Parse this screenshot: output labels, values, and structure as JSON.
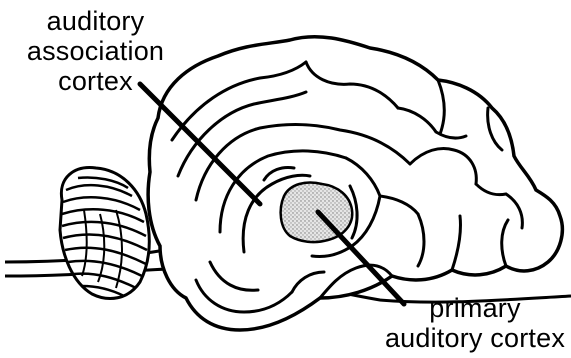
{
  "labels": {
    "association": {
      "line1": "auditory",
      "line2": "association",
      "line3": "cortex"
    },
    "primary": {
      "line1": "primary",
      "line2": "auditory cortex"
    }
  },
  "colors": {
    "ink": "#000000",
    "background": "#ffffff",
    "primary_region_fill": "#d8d8d8"
  }
}
